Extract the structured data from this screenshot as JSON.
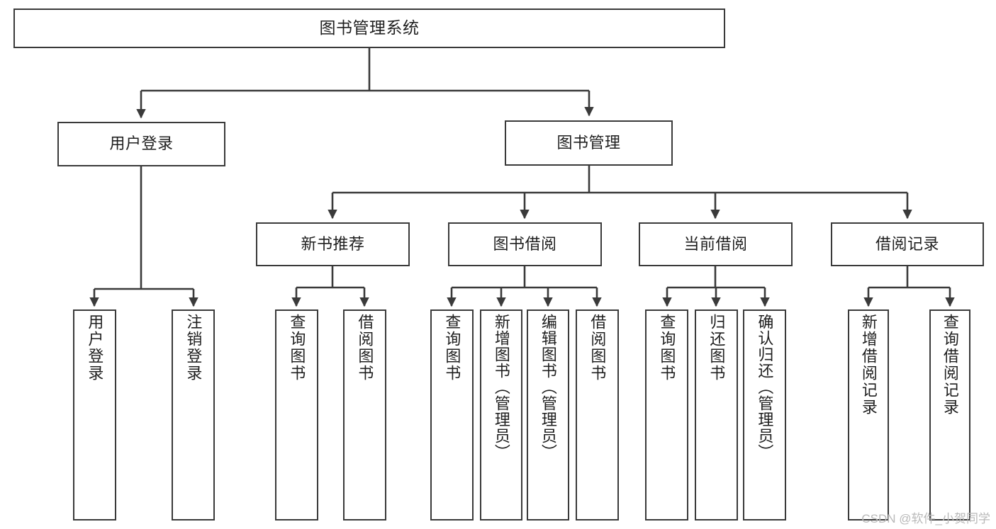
{
  "diagram": {
    "type": "tree-hierarchy",
    "title": "图书管理系统",
    "watermark": "CSDN @软件_小贺同学",
    "colors": {
      "box_border": "#3a3a3a",
      "box_fill": "#ffffff",
      "connector": "#3a3a3a",
      "text": "#1f1f1f",
      "watermark": "#b9b9b9"
    },
    "levels": {
      "level0": [
        {
          "id": "root",
          "label": "图书管理系统"
        }
      ],
      "level1": [
        {
          "id": "user-login",
          "label": "用户登录"
        },
        {
          "id": "book-mgmt",
          "label": "图书管理"
        }
      ],
      "level2": [
        {
          "id": "new-book-rec",
          "label": "新书推荐"
        },
        {
          "id": "book-borrow",
          "label": "图书借阅"
        },
        {
          "id": "current-borrow",
          "label": "当前借阅"
        },
        {
          "id": "borrow-record",
          "label": "借阅记录"
        }
      ],
      "leaves": {
        "user-login": [
          {
            "id": "leaf-user-login",
            "label": "用户登录"
          },
          {
            "id": "leaf-logout",
            "label": "注销登录"
          }
        ],
        "new-book-rec": [
          {
            "id": "leaf-query-book-1",
            "label": "查询图书"
          },
          {
            "id": "leaf-borrow-book-1",
            "label": "借阅图书"
          }
        ],
        "book-borrow": [
          {
            "id": "leaf-query-book-2",
            "label": "查询图书"
          },
          {
            "id": "leaf-add-book",
            "label": "新增图书（管理员）"
          },
          {
            "id": "leaf-edit-book",
            "label": "编辑图书（管理员）"
          },
          {
            "id": "leaf-borrow-book-2",
            "label": "借阅图书"
          }
        ],
        "current-borrow": [
          {
            "id": "leaf-query-book-3",
            "label": "查询图书"
          },
          {
            "id": "leaf-return-book",
            "label": "归还图书"
          },
          {
            "id": "leaf-confirm-return",
            "label": "确认归还（管理员）"
          }
        ],
        "borrow-record": [
          {
            "id": "leaf-add-record",
            "label": "新增借阅记录"
          },
          {
            "id": "leaf-query-record",
            "label": "查询借阅记录"
          }
        ]
      }
    }
  }
}
